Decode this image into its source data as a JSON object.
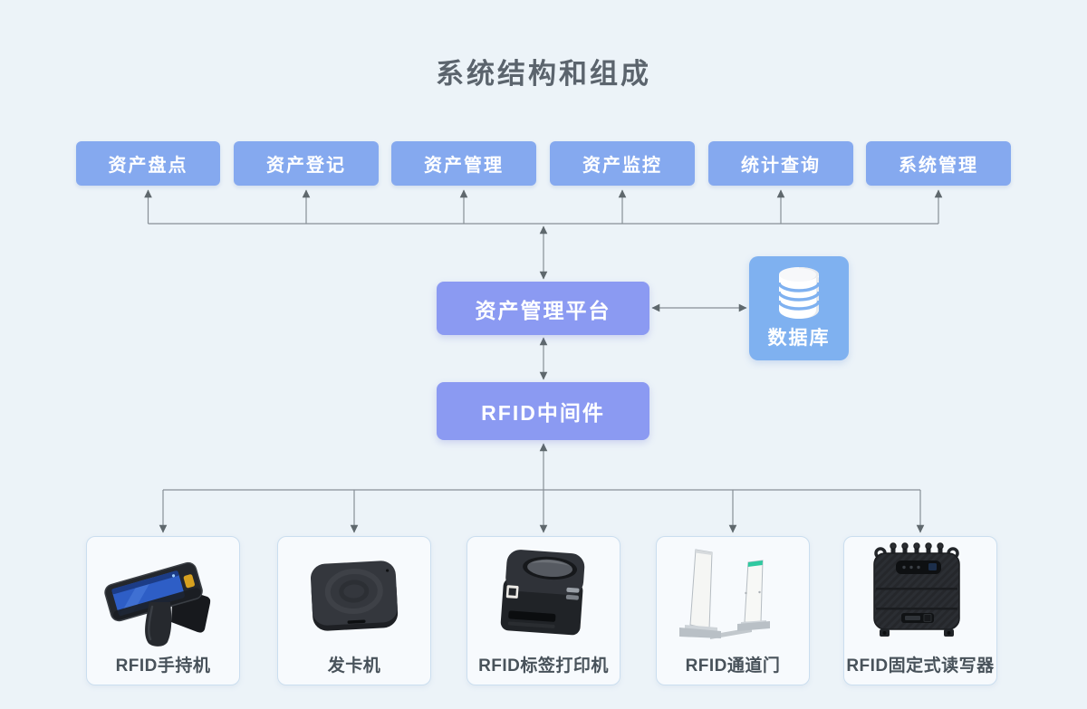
{
  "title": "系统结构和组成",
  "colors": {
    "background": "#ecf3f8",
    "module_button": "#85a9ef",
    "core_box": "#8b9af2",
    "database_box": "#7fb1f0",
    "connector_line": "#878f96",
    "arrowhead": "#5f686d",
    "card_background": "#f7fafd",
    "card_border": "#cbdeef",
    "card_label_text": "#48525a",
    "title_text": "#5b646d",
    "box_text": "#ffffff"
  },
  "top_modules": {
    "items": [
      {
        "label": "资产盘点"
      },
      {
        "label": "资产登记"
      },
      {
        "label": "资产管理"
      },
      {
        "label": "资产监控"
      },
      {
        "label": "统计查询"
      },
      {
        "label": "系统管理"
      }
    ]
  },
  "platform": {
    "label": "资产管理平台"
  },
  "middleware": {
    "label": "RFID中间件"
  },
  "database": {
    "label": "数据库",
    "icon": "database-cylinder-icon"
  },
  "devices": {
    "items": [
      {
        "label": "RFID手持机",
        "icon": "rfid-handheld-icon"
      },
      {
        "label": "发卡机",
        "icon": "card-issuer-icon"
      },
      {
        "label": "RFID标签打印机",
        "icon": "rfid-label-printer-icon"
      },
      {
        "label": "RFID通道门",
        "icon": "rfid-channel-gate-icon"
      },
      {
        "label": "RFID固定式读写器",
        "icon": "rfid-fixed-reader-icon"
      }
    ]
  }
}
